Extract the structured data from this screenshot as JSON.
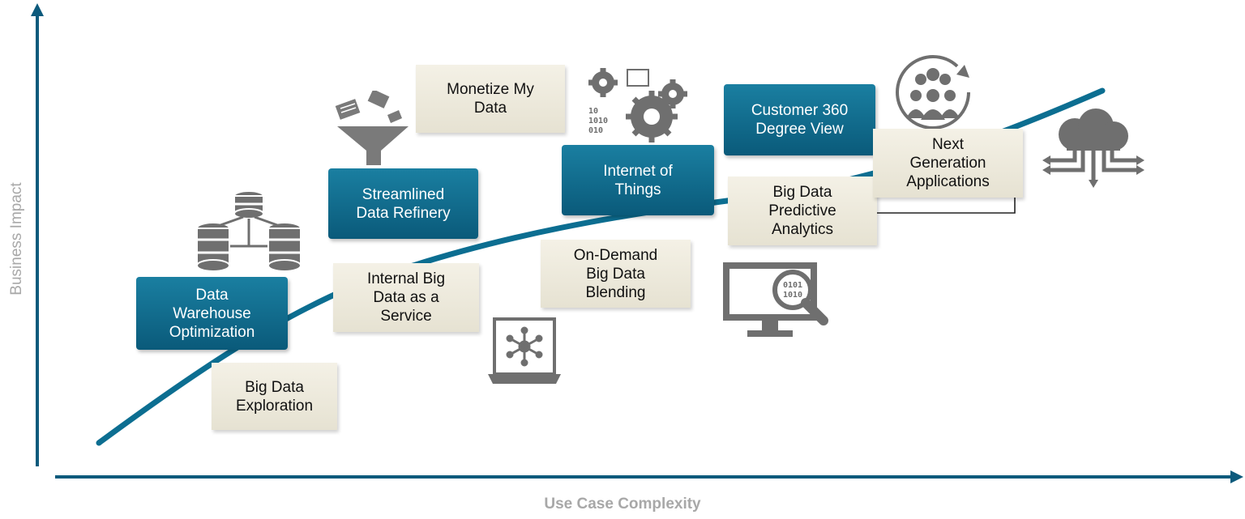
{
  "axes": {
    "x_label": "Use Case Complexity",
    "y_label": "Business Impact"
  },
  "colors": {
    "curve": "#0c6e91",
    "teal_box": "#0f6a8c",
    "beige_box": "#ece8da",
    "icon_gray": "#707070",
    "axis": "#0c5a7c"
  },
  "use_cases": {
    "data_warehouse_optimization": "Data\nWarehouse\nOptimization",
    "big_data_exploration": "Big Data\nExploration",
    "internal_big_data_service": "Internal Big\nData as a\nService",
    "streamlined_data_refinery": "Streamlined\nData Refinery",
    "monetize_my_data": "Monetize My\nData",
    "on_demand_blending": "On-Demand\nBig Data\nBlending",
    "internet_of_things": "Internet of\nThings",
    "customer_360": "Customer 360\nDegree View",
    "predictive_analytics": "Big Data\nPredictive\nAnalytics",
    "next_generation_applications": "Next\nGeneration\nApplications"
  },
  "icons": [
    "database-cluster-icon",
    "funnel-documents-icon",
    "laptop-network-icon",
    "gears-binary-icon",
    "people-group-icon",
    "monitor-search-icon",
    "cloud-arrows-icon"
  ]
}
